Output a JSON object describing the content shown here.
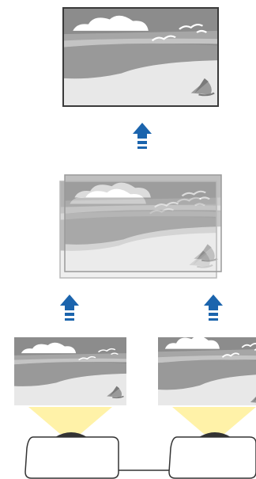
{
  "diagram": {
    "panels": {
      "result": {
        "subject": "beach-scene",
        "border": "solid"
      },
      "stacked": {
        "subject": "beach-scene",
        "layers": 2,
        "border": "translucent"
      },
      "source_left": {
        "subject": "beach-scene",
        "border": "none"
      },
      "source_right": {
        "subject": "beach-scene",
        "border": "none"
      }
    },
    "arrows": {
      "direction": "up",
      "count": 3,
      "style": "dashed-tail"
    },
    "projectors": {
      "count": 2,
      "connected": true
    }
  },
  "colors": {
    "arrow": "#1b64ad",
    "panel_border": "#3a3a3a",
    "sky": "#8c8c8c",
    "sand": "#e8e8e8",
    "wave": "#b0b0b0",
    "sea": "#a6a6a6",
    "light_beam": "#fff2a8",
    "projector_body": "#ffffff"
  }
}
